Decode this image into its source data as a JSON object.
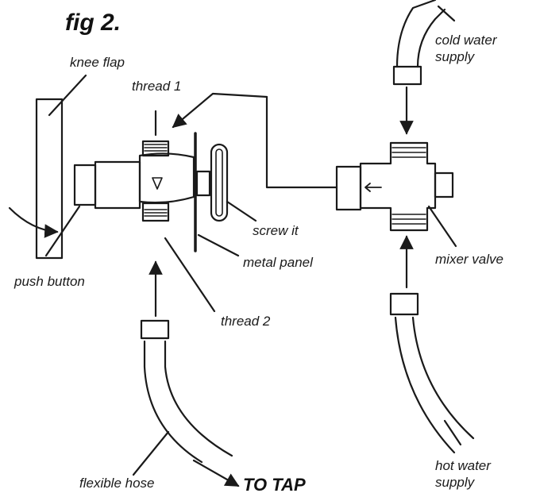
{
  "figure": {
    "title": "fig 2.",
    "labels": {
      "knee_flap": "knee flap",
      "thread_1": "thread 1",
      "push_button": "push button",
      "screw_it": "screw it",
      "metal_panel": "metal panel",
      "thread_2": "thread 2",
      "flexible_hose": "flexible hose",
      "to_tap": "TO TAP",
      "cold_water_supply": "cold water\nsupply",
      "mixer_valve": "mixer valve",
      "hot_water_supply": "hot water\nsupply"
    }
  }
}
